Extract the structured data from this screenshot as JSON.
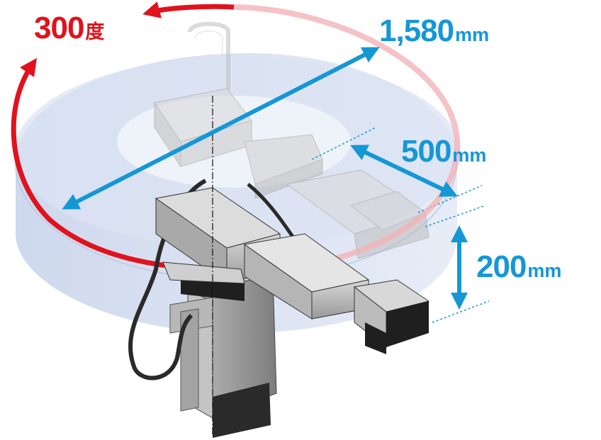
{
  "labels": {
    "rotation": {
      "value": "300",
      "unit": "度"
    },
    "reach": {
      "value": "1,580",
      "unit": "mm"
    },
    "stroke_horizontal": {
      "value": "500",
      "unit": "mm"
    },
    "stroke_vertical": {
      "value": "200",
      "unit": "mm"
    }
  },
  "colors": {
    "rotation_arrow": "#e1121d",
    "dimension_arrow": "#1597d6",
    "work_envelope": "#c9d5ec",
    "robot_body": "#b3b3b3",
    "robot_dark": "#1f1f1f",
    "cable": "#2a2a2a"
  }
}
